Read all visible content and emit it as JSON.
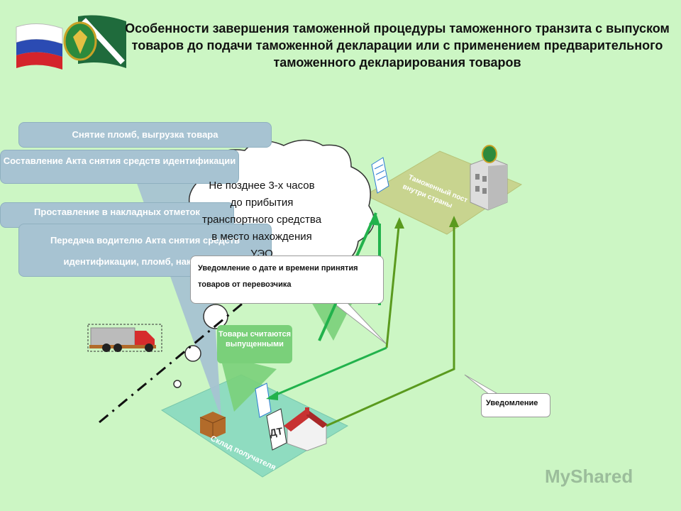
{
  "title": "Особенности завершения таможенной процедуры таможенного транзита с выпуском товаров до подачи таможенной декларации или с применением предварительного таможенного декларирования товаров",
  "steps": [
    "Снятие пломб, выгрузка товара",
    "Составление Акта снятия средств идентификации",
    "Проставление в накладных отметок",
    "Передача водителю Акта снятия средств идентификации, пломб, накладных"
  ],
  "cloud_text": "Не позднее 3-х часов до прибытия транспортного средства в место нахождения УЭО",
  "notice_callout": "Уведомление о дате и времени принятия товаров от перевозчика",
  "goods_released": "Товары считаются выпущенными",
  "customs_post_label": "Таможенный пост внутри страны",
  "warehouse_label": "Склад получателя",
  "notice_label": "Уведомление",
  "document_label": "ДТ",
  "watermark": "MyShared",
  "colors": {
    "background": "#ccf6c4",
    "step_box": "#a7c3d2",
    "customs_platform": "#c8d48f",
    "warehouse_platform": "#8fdcc0",
    "arrow_dark": "#5a9a1e",
    "arrow_bright": "#22b24c"
  }
}
